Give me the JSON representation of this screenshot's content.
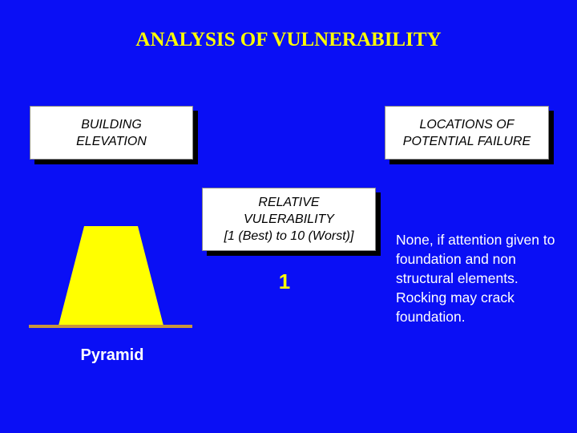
{
  "title": "ANALYSIS OF VULNERABILITY",
  "boxes": {
    "building": [
      "BUILDING",
      "ELEVATION"
    ],
    "locations": [
      "LOCATIONS OF",
      "POTENTIAL FAILURE"
    ],
    "relative": [
      "RELATIVE",
      "VULERABILITY",
      "[1 (Best) to 10 (Worst)]"
    ]
  },
  "rating": "1",
  "building_label": "Pyramid",
  "failure_description": "None, if attention given to foundation and non structural elements.  Rocking may crack foundation.",
  "colors": {
    "background": "#0a0ff5",
    "title": "#ffff00",
    "pyramid": "#ffff00",
    "ground": "#c8963c"
  }
}
